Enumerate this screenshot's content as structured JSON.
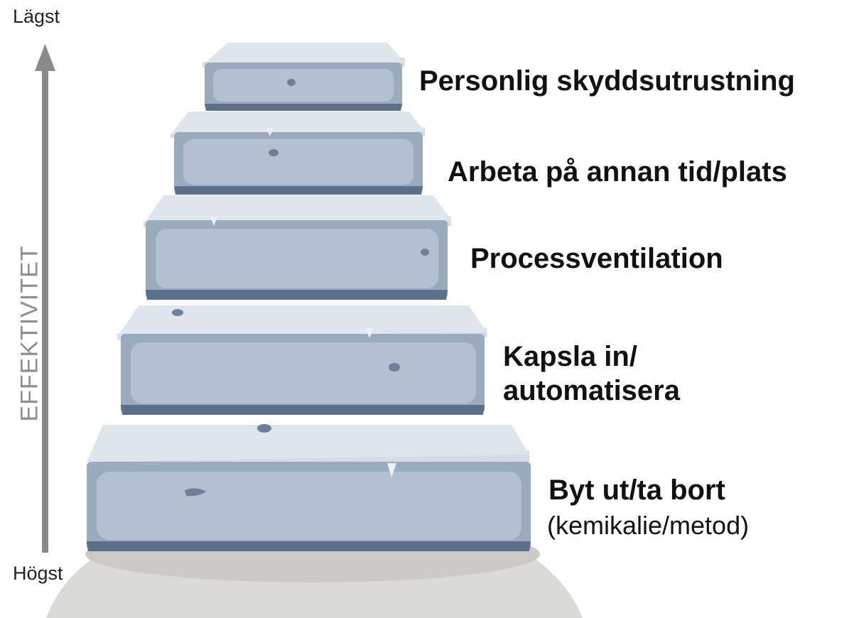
{
  "axis": {
    "top_label": "Lägst",
    "bottom_label": "Högst",
    "title": "EFFEKTIVITET"
  },
  "steps": [
    {
      "label_lines": [
        "Personlig skyddsutrustning"
      ]
    },
    {
      "label_lines": [
        "Arbeta på annan tid/plats"
      ]
    },
    {
      "label_lines": [
        "Processventilation"
      ]
    },
    {
      "label_lines": [
        "Kapsla in/",
        "automatisera"
      ]
    },
    {
      "label_lines": [
        "Byt ut/ta bort"
      ],
      "sublabel": "(kemikalie/metod)"
    }
  ],
  "colors": {
    "arrow": "#8a8a8a",
    "stone_top": "#d4dbe4",
    "stone_front": "#9aabbd",
    "stone_face": "#b3c0cf",
    "stone_dark": "#5d708a",
    "ground": "#dcdad7"
  }
}
